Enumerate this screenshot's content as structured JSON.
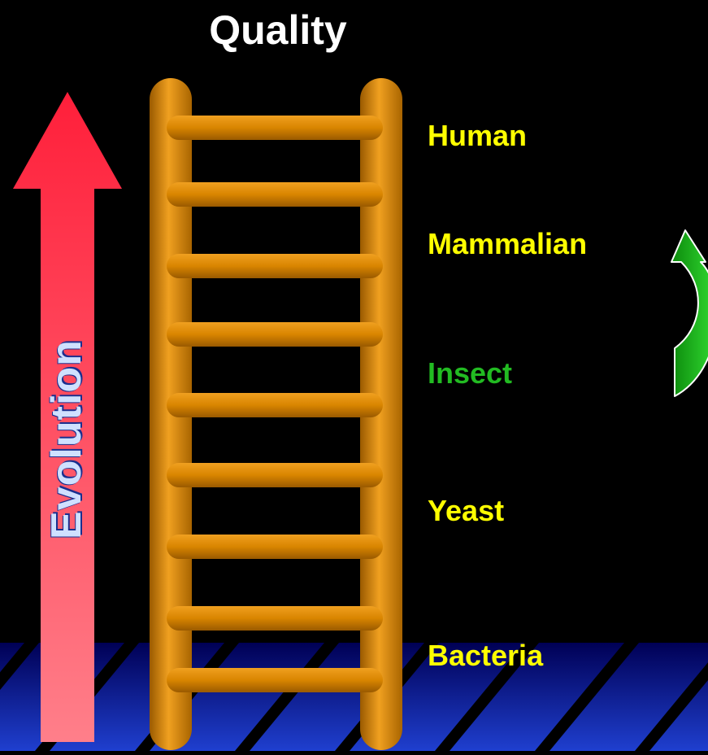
{
  "title": "Quality",
  "evolution_label": "Evolution",
  "rungs_count": 9,
  "levels": [
    {
      "label": "Human",
      "color": "#ffff00"
    },
    {
      "label": "Mammalian",
      "color": "#ffff00"
    },
    {
      "label": "Insect",
      "color": "#22bb22"
    },
    {
      "label": "Yeast",
      "color": "#ffff00"
    },
    {
      "label": "Bacteria",
      "color": "#ffff00"
    }
  ],
  "colors": {
    "background": "#000000",
    "floor": "#1f3fcf",
    "ladder": "#e38a00",
    "evolution_arrow_top": "#ff1f3a",
    "evolution_arrow_bottom": "#ff7f8a",
    "cycle_arrow": "#19b019"
  }
}
